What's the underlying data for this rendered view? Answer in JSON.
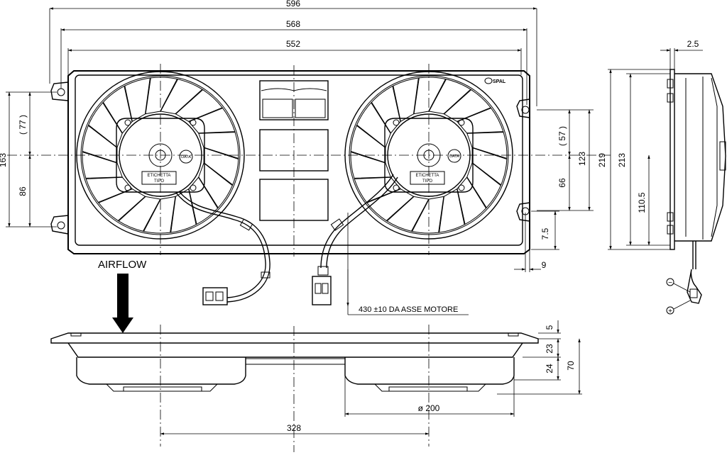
{
  "front_view": {
    "dims": {
      "overall_width": "596",
      "mount_width": "568",
      "shroud_width": "552",
      "height_left": "163",
      "upper_left": "( 77 )",
      "lower_left": "86",
      "upper_right": "( 57 )",
      "lower_right": "66",
      "span_right": "123",
      "hole_offset": "7.5",
      "hole_edge": "9"
    },
    "fan_labels": {
      "etichetta_left": "ETICHETTA",
      "tipo_left": "TIPO",
      "etichetta_right": "ETICHETTA",
      "tipo_right": "TIPO",
      "data_left": "DATA",
      "data_right": "DATA"
    },
    "brand": "SPAL",
    "cable_note": "430 ±10 DA ASSE MOTORE",
    "airflow_label": "AIRFLOW"
  },
  "side_view": {
    "dims": {
      "flange": "2.5",
      "total_height": "219",
      "body_height": "213",
      "center_height": "110.5"
    },
    "polarity": {
      "minus": "−",
      "plus": "+"
    }
  },
  "bottom_view": {
    "dims": {
      "flange": "5",
      "shroud_depth": "23",
      "motor_depth": "24",
      "total_depth": "70",
      "fan_diameter": "ø 200",
      "fan_spacing": "328"
    }
  },
  "colors": {
    "line": "#000000",
    "background": "#ffffff"
  }
}
